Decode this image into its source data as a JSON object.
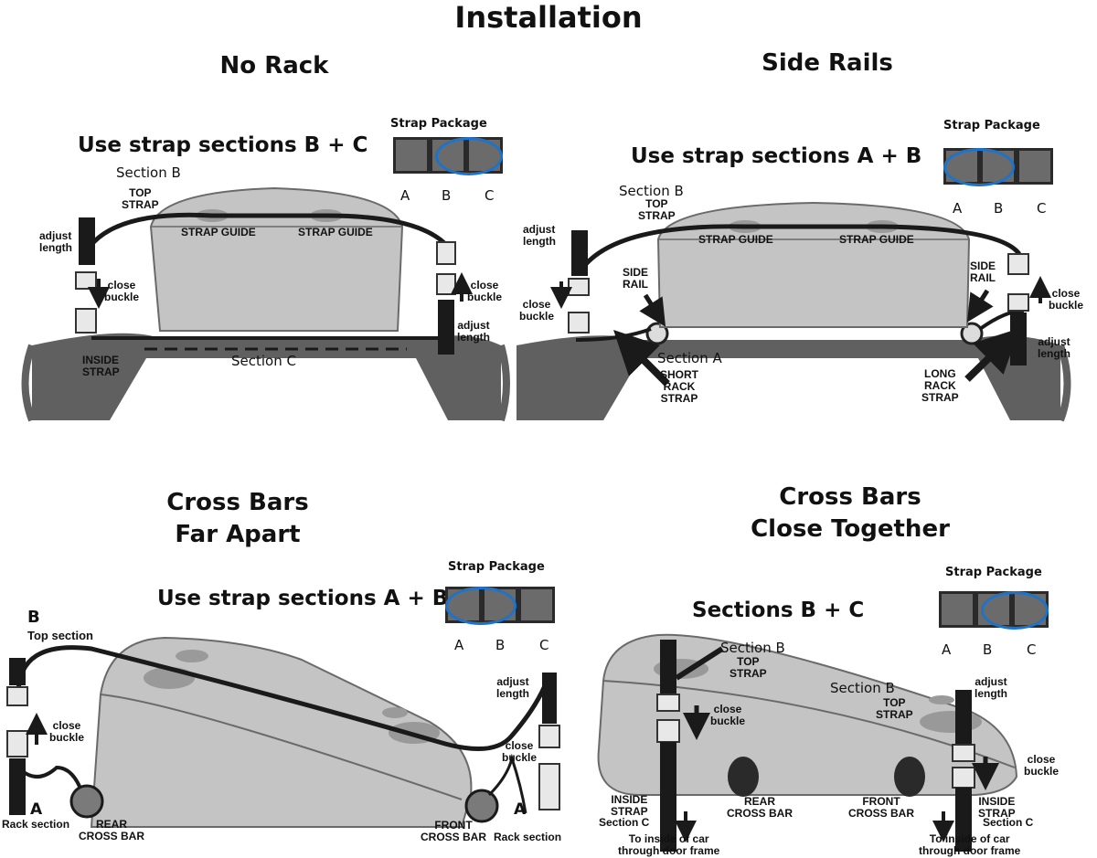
{
  "title": "Installation",
  "package": {
    "title": "Strap Package",
    "letters": [
      "A",
      "B",
      "C"
    ]
  },
  "panels": {
    "no_rack": {
      "title": "No Rack",
      "use": "Use strap sections B + C",
      "section_b": "Section B",
      "top_strap": "TOP\nSTRAP",
      "strap_guide_1": "STRAP GUIDE",
      "strap_guide_2": "STRAP GUIDE",
      "adjust_left": "adjust\nlength",
      "close_left": "close\nbuckle",
      "close_right": "close\nbuckle",
      "adjust_right": "adjust\nlength",
      "inside_strap": "INSIDE\nSTRAP",
      "section_c": "Section C"
    },
    "side_rails": {
      "title": "Side Rails",
      "use": "Use strap sections A + B",
      "section_b": "Section B",
      "top_strap": "TOP\nSTRAP",
      "strap_guide_1": "STRAP GUIDE",
      "strap_guide_2": "STRAP GUIDE",
      "adjust_left": "adjust\nlength",
      "side_rail_left": "SIDE\nRAIL",
      "close_left": "close\nbuckle",
      "section_a": "Section A",
      "short_rack": "SHORT\nRACK\nSTRAP",
      "side_rail_right": "SIDE\nRAIL",
      "close_right": "close\nbuckle",
      "adjust_right": "adjust\nlength",
      "long_rack": "LONG\nRACK\nSTRAP"
    },
    "far_apart": {
      "title_1": "Cross Bars",
      "title_2": "Far Apart",
      "use": "Use strap sections A + B",
      "b_letter": "B",
      "top_section": "Top section",
      "close_left": "close\nbuckle",
      "a_left": "A",
      "rack_section_left": "Rack section",
      "rear_cross_bar": "REAR\nCROSS BAR",
      "adjust": "adjust\nlength",
      "close_right": "close\nbuckle",
      "front_cross_bar": "FRONT\nCROSS BAR",
      "a_right": "A",
      "rack_section_right": "Rack section"
    },
    "close_together": {
      "title_1": "Cross Bars",
      "title_2": "Close Together",
      "use": "Sections B + C",
      "section_b_1": "Section B",
      "top_strap_1": "TOP\nSTRAP",
      "close_left": "close\nbuckle",
      "section_b_2": "Section B",
      "top_strap_2": "TOP\nSTRAP",
      "adjust": "adjust\nlength",
      "close_right": "close\nbuckle",
      "inside_strap_left": "INSIDE\nSTRAP",
      "section_c_left": "Section C",
      "inside_left": "To inside of car\nthrough door frame",
      "rear_cross_bar": "REAR\nCROSS BAR",
      "front_cross_bar": "FRONT\nCROSS BAR",
      "inside_strap_right": "INSIDE\nSTRAP",
      "section_c_right": "Section C",
      "inside_right": "To inside of car\nthrough door frame"
    }
  },
  "colors": {
    "bag": "#c4c4c4",
    "strap": "#1a1a1a",
    "car": "#5a5a5a",
    "highlight": "#1e72c8"
  }
}
